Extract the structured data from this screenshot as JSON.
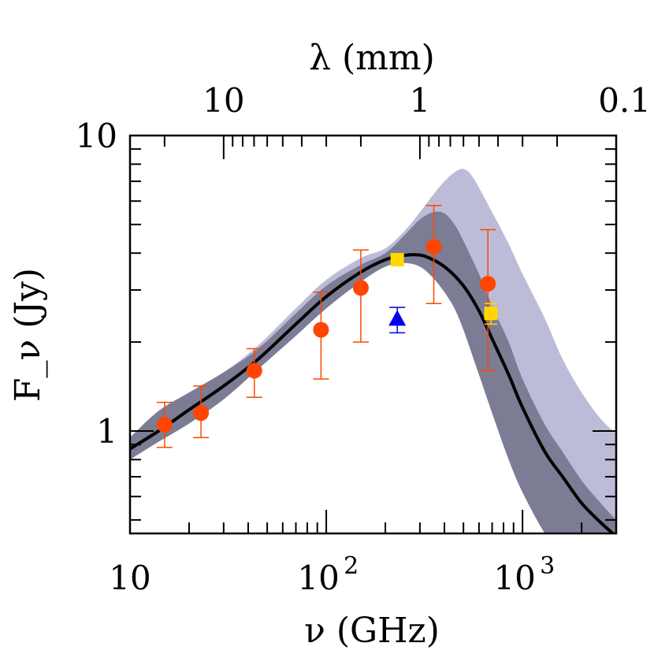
{
  "chart_data": {
    "type": "scatter",
    "xscale": "log",
    "yscale": "log",
    "xlim": [
      10,
      3000
    ],
    "ylim": [
      0.45,
      10
    ],
    "xlabel": "ν (GHz)",
    "ylabel": "F_ν (Jy)",
    "top_axis_label": "λ (mm)",
    "x_ticks": [
      {
        "value": 10,
        "label": "10"
      },
      {
        "value": 100,
        "label": "10",
        "exp": "2"
      },
      {
        "value": 1000,
        "label": "10",
        "exp": "3"
      }
    ],
    "y_ticks": [
      {
        "value": 1,
        "label": "1"
      },
      {
        "value": 10,
        "label": "10"
      }
    ],
    "top_ticks": [
      {
        "value": 10,
        "label": "10"
      },
      {
        "value": 1,
        "label": "1"
      },
      {
        "value": 0.1,
        "label": "0.1"
      }
    ],
    "model_curve": {
      "x": [
        10,
        14,
        20,
        30,
        45,
        70,
        100,
        150,
        200,
        250,
        280,
        320,
        400,
        500,
        600,
        700,
        850,
        1000,
        1300,
        1600,
        2000,
        2500,
        3000
      ],
      "y": [
        0.87,
        1.0,
        1.18,
        1.42,
        1.75,
        2.3,
        2.85,
        3.45,
        3.8,
        3.93,
        3.95,
        3.9,
        3.6,
        3.1,
        2.55,
        2.05,
        1.55,
        1.2,
        0.85,
        0.7,
        0.57,
        0.49,
        0.44
      ]
    },
    "inner_band": {
      "x": [
        10,
        14,
        20,
        30,
        45,
        70,
        100,
        150,
        200,
        250,
        300,
        350,
        400,
        450,
        500,
        600,
        700,
        850,
        1000,
        1300,
        1600,
        2000,
        2500,
        3000
      ],
      "upper": [
        0.95,
        1.17,
        1.35,
        1.58,
        1.9,
        2.5,
        3.1,
        3.65,
        4.0,
        4.6,
        5.2,
        5.5,
        5.45,
        5.0,
        4.4,
        3.4,
        2.65,
        2.0,
        1.5,
        1.05,
        0.85,
        0.68,
        0.57,
        0.5
      ],
      "lower": [
        0.8,
        0.92,
        1.06,
        1.28,
        1.62,
        2.1,
        2.6,
        3.2,
        3.6,
        3.7,
        3.6,
        3.3,
        2.95,
        2.6,
        2.2,
        1.55,
        1.15,
        0.8,
        0.62,
        0.45,
        0.38,
        0.32,
        0.28,
        0.25
      ]
    },
    "outer_band": {
      "x": [
        10,
        14,
        20,
        30,
        45,
        70,
        100,
        150,
        200,
        250,
        300,
        350,
        400,
        450,
        500,
        560,
        700,
        850,
        1000,
        1300,
        1600,
        2000,
        2500,
        3000
      ],
      "upper": [
        0.95,
        1.17,
        1.35,
        1.58,
        1.95,
        2.6,
        3.25,
        3.85,
        4.15,
        4.75,
        5.5,
        6.3,
        7.0,
        7.5,
        7.7,
        7.2,
        5.5,
        4.3,
        3.4,
        2.4,
        1.75,
        1.35,
        1.1,
        0.98
      ],
      "lower": [
        0.8,
        0.92,
        1.06,
        1.28,
        1.62,
        2.1,
        2.6,
        3.2,
        3.6,
        3.7,
        3.6,
        3.3,
        2.95,
        2.6,
        2.2,
        1.8,
        1.15,
        0.8,
        0.62,
        0.45,
        0.38,
        0.32,
        0.28,
        0.25
      ]
    },
    "circles": [
      {
        "x": 15,
        "y": 1.05,
        "lo": 0.88,
        "hi": 1.25
      },
      {
        "x": 23,
        "y": 1.15,
        "lo": 0.95,
        "hi": 1.42
      },
      {
        "x": 43,
        "y": 1.6,
        "lo": 1.3,
        "hi": 1.9
      },
      {
        "x": 94,
        "y": 2.2,
        "lo": 1.5,
        "hi": 2.95
      },
      {
        "x": 150,
        "y": 3.05,
        "lo": 2.0,
        "hi": 4.1
      },
      {
        "x": 353,
        "y": 4.2,
        "lo": 2.7,
        "hi": 5.8
      },
      {
        "x": 666,
        "y": 3.15,
        "lo": 1.6,
        "hi": 4.8
      }
    ],
    "squares": [
      {
        "x": 230,
        "y": 3.8,
        "lo": 3.65,
        "hi": 3.95
      },
      {
        "x": 690,
        "y": 2.5,
        "lo": 2.3,
        "hi": 2.7
      }
    ],
    "triangles": [
      {
        "x": 230,
        "y": 2.4,
        "lo": 2.15,
        "hi": 2.62
      }
    ],
    "colors": {
      "outer_band": "#bcbcd9",
      "inner_band": "#7c7c95",
      "curve": "#000000",
      "circle": "#ff4500",
      "square": "#ffd800",
      "triangle": "#0000ee",
      "errorbar": "#ff4500"
    }
  }
}
